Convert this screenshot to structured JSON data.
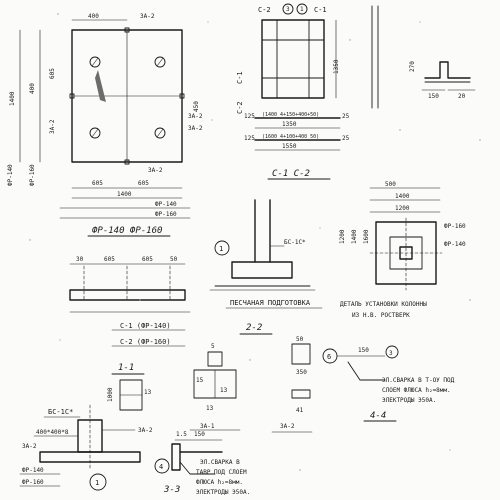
{
  "drawing": {
    "plan": {
      "top_dims": [
        "400",
        "3A-2"
      ],
      "left_dims": [
        "1400",
        "400",
        "605",
        "3A-2"
      ],
      "bottom_dims": [
        "605",
        "605",
        "1400"
      ],
      "side_marks": [
        "ФР-140",
        "ФР-160"
      ],
      "right_dims": [
        "450"
      ],
      "right_marks": [
        "3A-2",
        "3A-2"
      ],
      "weld_mark": "3A-2",
      "title": "ФР-140 ФР-160"
    },
    "section_cc": {
      "top_label": "C-2",
      "top_label2": "C-1",
      "circle_num": "3",
      "circle_num2": "1",
      "side_label": "C-1",
      "side_label2": "C-2",
      "row1": "25  1350",
      "row1_detail": "(1400 4+150+400+50)",
      "row2": "1350",
      "row3": "(1600 4+100+400 50)",
      "row4": "1550",
      "title": "C-1 C-2",
      "dims_left": [
        "125",
        "125",
        "1350"
      ],
      "dims_right": [
        "25",
        "25"
      ]
    },
    "small_top_right": {
      "dims": [
        "270",
        "150",
        "20"
      ]
    },
    "elevation": {
      "dims": [
        "30",
        "605",
        "605",
        "50"
      ],
      "marks": [
        "C-1 (ФР-140)",
        "C-2 (ФР-160)"
      ]
    },
    "column_detail": {
      "label": "БС-1С*",
      "circle": "1",
      "sub_label": "ПЕСЧАНАЯ ПОДГОТОВКА"
    },
    "plan_detail": {
      "dims_top": [
        "500",
        "1400",
        "1200"
      ],
      "marks": [
        "ФР-160",
        "ФР-140"
      ],
      "side_dims": [
        "1200",
        "1400",
        "1600"
      ],
      "caption": "ДЕТАЛЬ УСТАНОВКИ КОЛОННЫ\nИЗ Н.В. РОСТВЕРК"
    },
    "section_22": {
      "label": "2-2",
      "dims": [
        "50",
        "350"
      ]
    },
    "section_11": {
      "label": "1-1",
      "dims": [
        "13",
        "1000"
      ]
    },
    "section_details": {
      "dims": [
        "5",
        "50",
        "150",
        "15",
        "41",
        "13",
        "13"
      ],
      "labels": [
        "3A-2",
        "41"
      ]
    },
    "weld_note": {
      "circle": "6",
      "circle2": "3",
      "dim": "150",
      "text": "ЭЛ.СВАРКА В Т-ОУ ПОД\nСЛОЕМ ФЛЮСА h₂=8мм.\nЭЛЕКТРОДЫ Э50А.",
      "section": "4-4"
    },
    "bottom_left": {
      "label": "БС-1С*",
      "dims": [
        "400*400*8",
        "3A-2",
        "3A-2"
      ],
      "marks": [
        "ФР-140",
        "ФР-160"
      ],
      "circle": "1"
    },
    "bottom_right": {
      "label": "3A-1",
      "dims": [
        "150",
        "1.5"
      ],
      "circle": "4",
      "text": "ЭЛ.СВАРКА В\nТАВР ПОД СЛОЕМ\nФЛЮСА h₂=8мм.\nЭЛЕКТРОДЫ Э50А.",
      "section": "3-3"
    }
  }
}
